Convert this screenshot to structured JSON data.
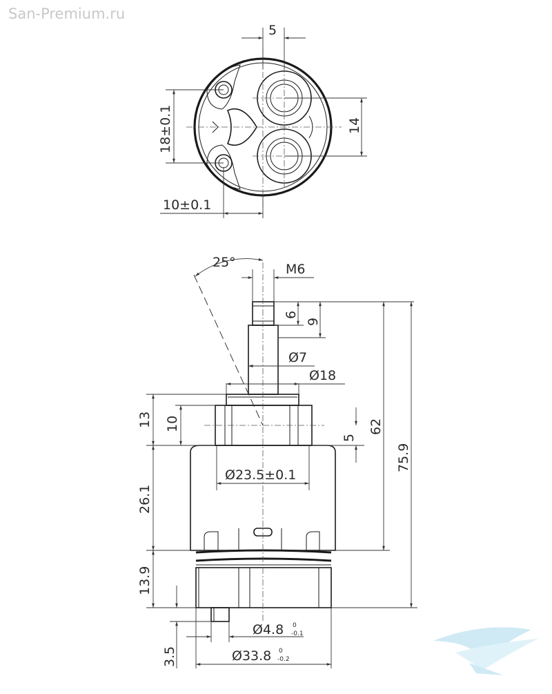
{
  "watermark": "San-Premium.ru",
  "top_view": {
    "dims": {
      "width_5": "5",
      "height_18": "18±0.1",
      "height_14": "14",
      "offset_10": "10±0.1"
    }
  },
  "side_view": {
    "dims": {
      "angle": "25°",
      "thread": "M6",
      "d6": "6",
      "d9": "9",
      "dia7": "Ø7",
      "dia18": "Ø18",
      "h13": "13",
      "h10": "10",
      "h5": "5",
      "h62": "62",
      "h75_9": "75.9",
      "dia23_5": "Ø23.5±0.1",
      "h26_1": "26.1",
      "h13_9": "13.9",
      "dia4_8": "Ø4.8",
      "tol4_8_upper": "0",
      "tol4_8_lower": "-0.1",
      "dia33_8": "Ø33.8",
      "tol33_8_upper": "0",
      "tol33_8_lower": "-0.2",
      "h3_5": "3.5"
    }
  },
  "colors": {
    "line": "#1a1a1a",
    "logo": "#bfe3f2",
    "watermark": "#c8c8c8"
  },
  "logo": "bird-logo-icon"
}
